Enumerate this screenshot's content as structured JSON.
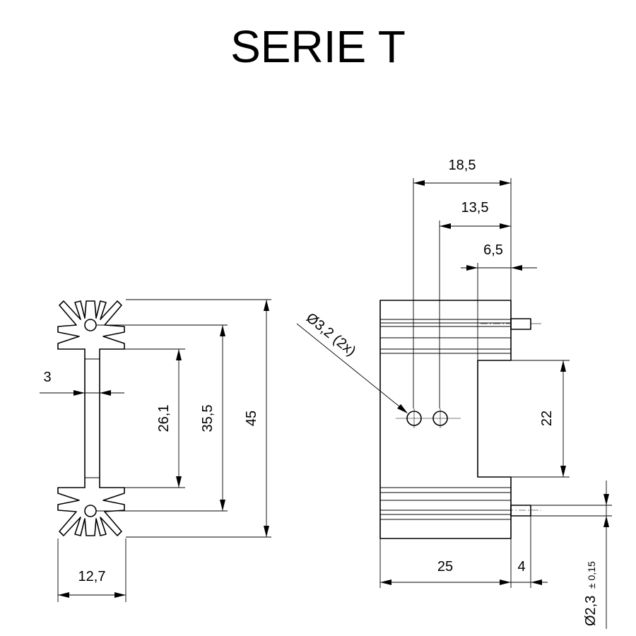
{
  "title": "SERIE T",
  "dimensions": {
    "d_18_5": "18,5",
    "d_13_5": "13,5",
    "d_6_5": "6,5",
    "hole_note": "Ø3,2 (2x)",
    "d_3": "3",
    "d_26_1": "26,1",
    "d_35_5": "35,5",
    "d_45": "45",
    "d_12_7": "12,7",
    "d_22": "22",
    "d_25": "25",
    "d_4": "4",
    "pin_diameter": "Ø2,3",
    "pin_tolerance": "± 0,15"
  }
}
